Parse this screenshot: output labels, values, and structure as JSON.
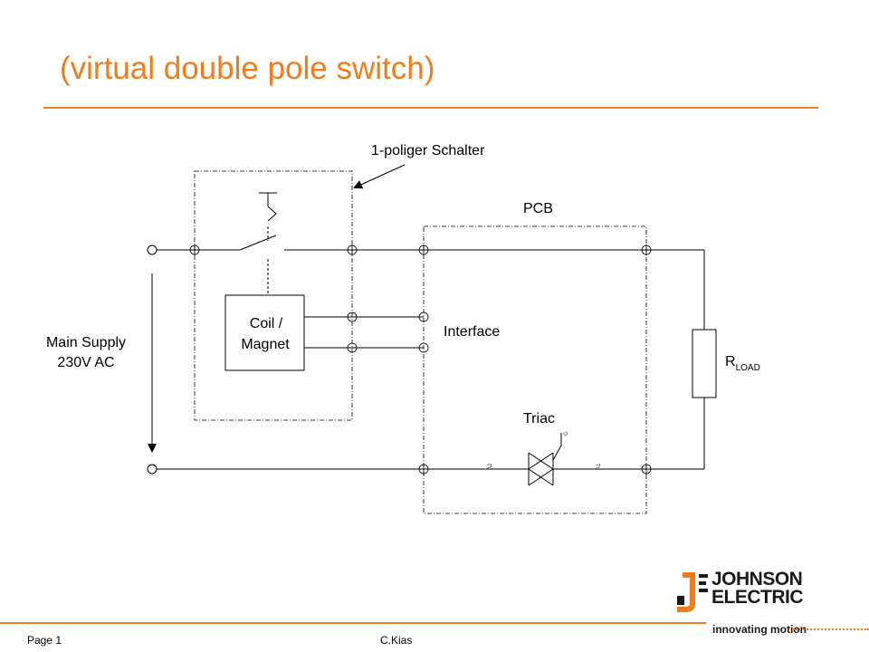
{
  "slide": {
    "title": "(virtual double pole switch)"
  },
  "diagram": {
    "switch_label": "1-poliger Schalter",
    "pcb_label": "PCB",
    "coil_line1": "Coil /",
    "coil_line2": "Magnet",
    "interface_label": "Interface",
    "supply_line1": "Main Supply",
    "supply_line2": "230V AC",
    "triac_label": "Triac",
    "load_label_main": "R",
    "load_label_sub": "LOAD",
    "triac_pin_a2": "A2",
    "triac_pin_a1": "A1",
    "triac_pin_g": "G"
  },
  "footer": {
    "page": "Page 1",
    "author": "C.Kias"
  },
  "logo": {
    "line1": "JOHNSON",
    "line2": "ELECTRIC",
    "tagline": "innovating motion"
  },
  "colors": {
    "accent": "#f07c1c",
    "line": "#000000",
    "logo_dark": "#1a1a1a"
  }
}
